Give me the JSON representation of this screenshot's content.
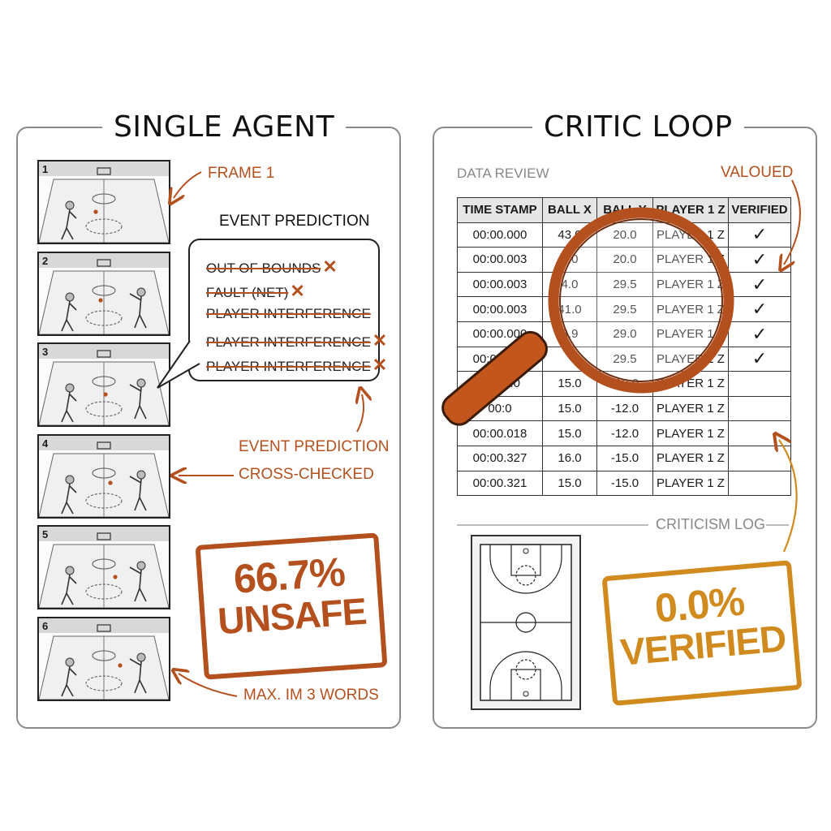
{
  "left_panel": {
    "title": "SINGLE AGENT",
    "frames": [
      "1",
      "2",
      "3",
      "4",
      "5",
      "6"
    ],
    "annotations": {
      "frame1": "FRAME 1",
      "event_prediction_line1": "EVENT PREDICTION",
      "event_prediction_line2": "CROSS-CHECKED",
      "max_words": "MAX. IM 3 WORDS"
    },
    "event_prediction": {
      "title": "EVENT PREDICTION",
      "items": [
        {
          "label": "OUT OF BOUNDS",
          "x_mark": "✕"
        },
        {
          "label": "FAULT (NET)",
          "x_mark": "✕"
        },
        {
          "label": "PLAYER INTERFERENCE",
          "x_mark": ""
        },
        {
          "label": "PLAYER INTERFERENCE",
          "x_mark": "✕"
        },
        {
          "label": "PLAYER INTERFERENCE",
          "x_mark": "✕"
        }
      ]
    },
    "stamp": {
      "line1": "66.7%",
      "line2": "UNSAFE",
      "color": "#b4501e"
    }
  },
  "right_panel": {
    "title": "CRITIC LOOP",
    "data_review_label": "DATA REVIEW",
    "valoued_label": "VALOUED",
    "table": {
      "headers": [
        "TIME STAMP",
        "BALL X",
        "BALL Y",
        "PLAYER 1 Z",
        "VERIFIED"
      ],
      "rows": [
        [
          "00:00.000",
          "43.0",
          "20.0",
          "PLAYER 1 Z",
          "✓"
        ],
        [
          "00:00.003",
          "4.0",
          "20.0",
          "PLAYER 1 Z",
          "✓"
        ],
        [
          "00:00.003",
          "4.0",
          "29.5",
          "PLAYER 1 Z",
          "✓"
        ],
        [
          "00:00.003",
          "41.0",
          "29.5",
          "PLAYER 1 Z",
          "✓"
        ],
        [
          "00:00.000",
          "3.9",
          "29.0",
          "PLAYER 1 Z",
          "✓"
        ],
        [
          "00:00.009",
          "",
          "29.5",
          "PLAYER 1 Z",
          "✓"
        ],
        [
          "00:00.0",
          "15.0",
          "-12.0",
          "PLAYER 1 Z",
          ""
        ],
        [
          "00:0",
          "15.0",
          "-12.0",
          "PLAYER 1 Z",
          ""
        ],
        [
          "00:00.018",
          "15.0",
          "-12.0",
          "PLAYER 1 Z",
          ""
        ],
        [
          "00:00.327",
          "16.0",
          "-15.0",
          "PLAYER 1 Z",
          ""
        ],
        [
          "00:00.321",
          "15.0",
          "-15.0",
          "PLAYER 1 Z",
          ""
        ]
      ]
    },
    "criticism_log_label": "CRITICISM LOG",
    "stamp": {
      "line1": "0.0%",
      "line2": "VERIFIED",
      "color": "#d18a1e"
    }
  },
  "colors": {
    "accent_orange": "#b4501e",
    "accent_gold": "#d18a1e",
    "frame_border": "#8a8a8a"
  }
}
